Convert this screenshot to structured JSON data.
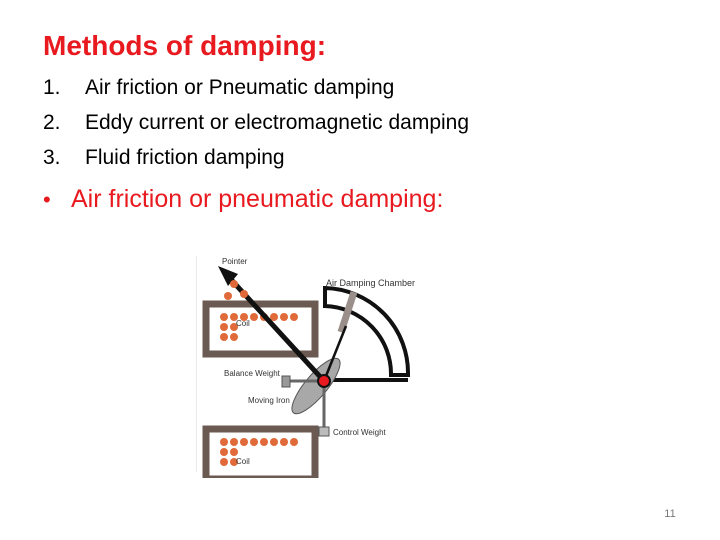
{
  "slide": {
    "title": "Methods of damping:",
    "methods": [
      {
        "num": "1.",
        "text": "Air friction or Pneumatic damping"
      },
      {
        "num": "2.",
        "text": "Eddy current or electromagnetic damping"
      },
      {
        "num": "3.",
        "text": "Fluid friction damping"
      }
    ],
    "bullet_symbol": "•",
    "subheading": "Air friction or pneumatic damping:",
    "page_number": "11"
  },
  "diagram": {
    "labels": {
      "pointer": "Pointer",
      "chamber": "Air Damping Chamber",
      "coil_top": "Coil",
      "balance_weight": "Balance Weight",
      "moving_iron": "Moving Iron",
      "control_weight": "Control Weight",
      "coil_bottom": "Coil"
    },
    "colors": {
      "accent_red": "#e8191f",
      "coil_orange": "#e06a3a",
      "coil_frame": "#6b5a52",
      "vane": "#9a8f8a",
      "iron": "#a8a8a8"
    }
  }
}
